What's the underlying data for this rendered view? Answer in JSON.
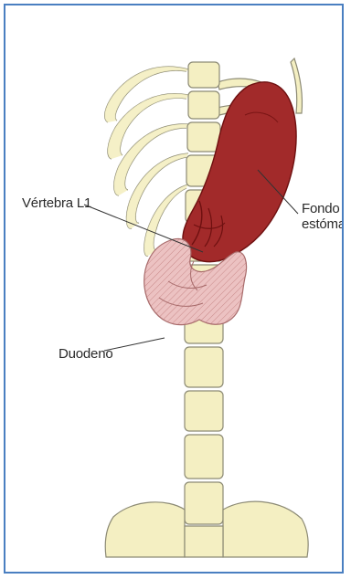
{
  "labels": {
    "vertebra": "Vértebra L1",
    "duodeno": "Duodeno",
    "fondo_line1": "Fondo del",
    "fondo_line2": "estómago"
  },
  "colors": {
    "frame_border": "#4a7fc1",
    "bone": "#f4efc2",
    "bone_outline": "#8c8a74",
    "stomach": "#a22a2a",
    "stomach_dark": "#6e1010",
    "duodenum": "#e6b3b3",
    "leader_line": "#333333"
  }
}
